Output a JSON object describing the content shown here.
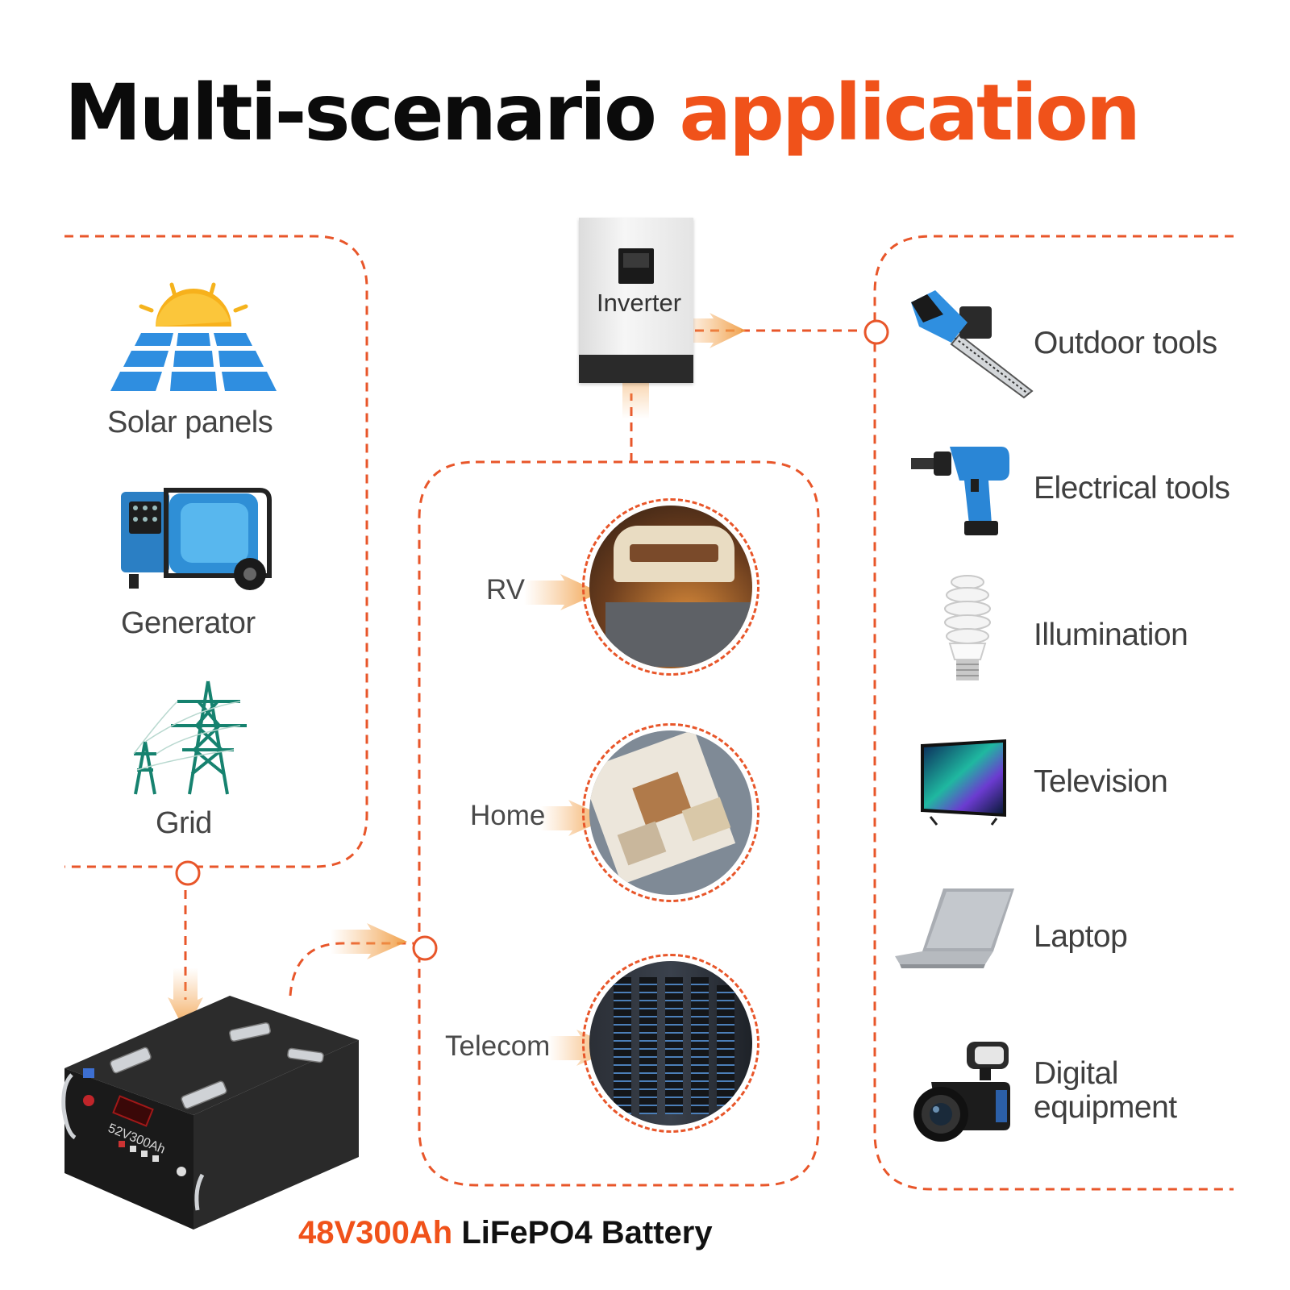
{
  "title": {
    "part1": "Multi-scenario",
    "part2": "application"
  },
  "sources": [
    {
      "label": "Solar panels",
      "icon": "solar-panel-icon"
    },
    {
      "label": "Generator",
      "icon": "generator-icon"
    },
    {
      "label": "Grid",
      "icon": "power-tower-icon"
    }
  ],
  "inverter": {
    "label": "Inverter"
  },
  "scenarios": [
    {
      "label": "RV",
      "icon": "rv-camping-photo"
    },
    {
      "label": "Home",
      "icon": "home-floorplan-photo"
    },
    {
      "label": "Telecom",
      "icon": "server-rack-photo"
    }
  ],
  "devices": [
    {
      "label": "Outdoor tools",
      "icon": "chainsaw-icon"
    },
    {
      "label": "Electrical tools",
      "icon": "drill-icon"
    },
    {
      "label": "Illumination",
      "icon": "light-bulb-icon"
    },
    {
      "label": "Television",
      "icon": "tv-icon"
    },
    {
      "label": "Laptop",
      "icon": "laptop-icon"
    },
    {
      "label": "Digital",
      "label2": "equipment",
      "icon": "camera-icon"
    }
  ],
  "battery": {
    "model": "52V300Ah",
    "caption_highlight": "48V300Ah",
    "caption_rest": "LiFePO4 Battery"
  },
  "colors": {
    "accent": "#f0521a",
    "dash": "#e8562a",
    "title": "#0b0b0b",
    "label": "#444444"
  }
}
